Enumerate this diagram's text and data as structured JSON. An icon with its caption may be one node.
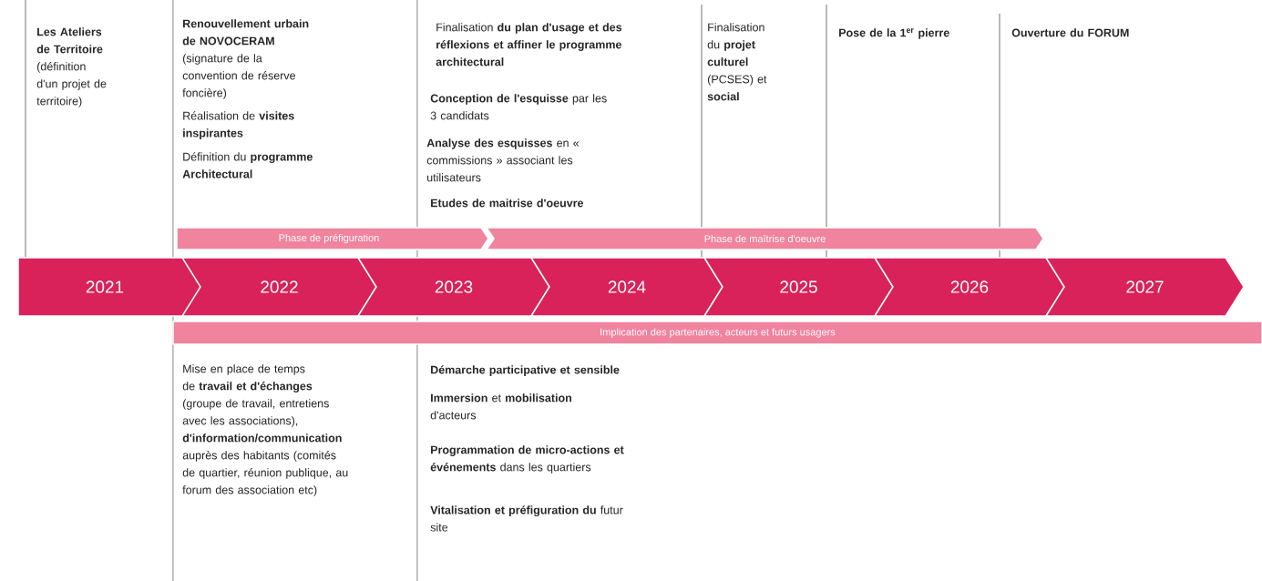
{
  "diagram": {
    "nodes": [
      {
        "text": [
          "Phase de préfiguration"
        ]
      },
      {
        "text": [
          "Phase de maîtrise d'oeuvre"
        ]
      },
      {
        "text": [
          "2021"
        ]
      },
      {
        "text": [
          "2022"
        ]
      },
      {
        "text": [
          "2023"
        ]
      },
      {
        "text": [
          "2024"
        ]
      },
      {
        "text": [
          "2025"
        ]
      },
      {
        "text": [
          "2026"
        ]
      },
      {
        "text": [
          "2027"
        ]
      },
      {
        "text": [
          "Implication des partenaires, acteurs et futurs usagers"
        ]
      }
    ],
    "edges": [],
    "labels": [
      "**Les Ateliers de Territoire** (définition d'un projet de territoire)",
      "**Renouvellement urbain de NOVOCERAM** (signature de la convention de réserve foncière)",
      "Réalisation de **visites inspirantes**",
      "Définition du **programme Architectural**",
      "Finalisation **du plan d'usage et des réflexions et affiner le programme architectural**",
      "**Conception de l'esquisse** par les 3 candidats",
      "**Analyse des esquisses** en « commissions » associant les utilisateurs",
      "Etudes de maitrise d'oeuvre",
      "Finalisation du **projet culturel** (PCSES) et **social**",
      "Pose de la 1$^{er}$ pierre",
      "Ouverture du FORUM",
      "Mise en place de temps de **travail et d'échanges** (groupe de travail, entretiens avec les associations), **d'information/communication** auprès des habitants (comités de quartier, réunion publique, au forum des association etc)",
      "Démarche participative et sensible",
      "**Immersion** et **mobilisation** d'acteurs",
      "**Programmation de micro-actions et événements** dans les quartiers",
      "**Vitalisation et préfiguration du** futur site"
    ]
  }
}
